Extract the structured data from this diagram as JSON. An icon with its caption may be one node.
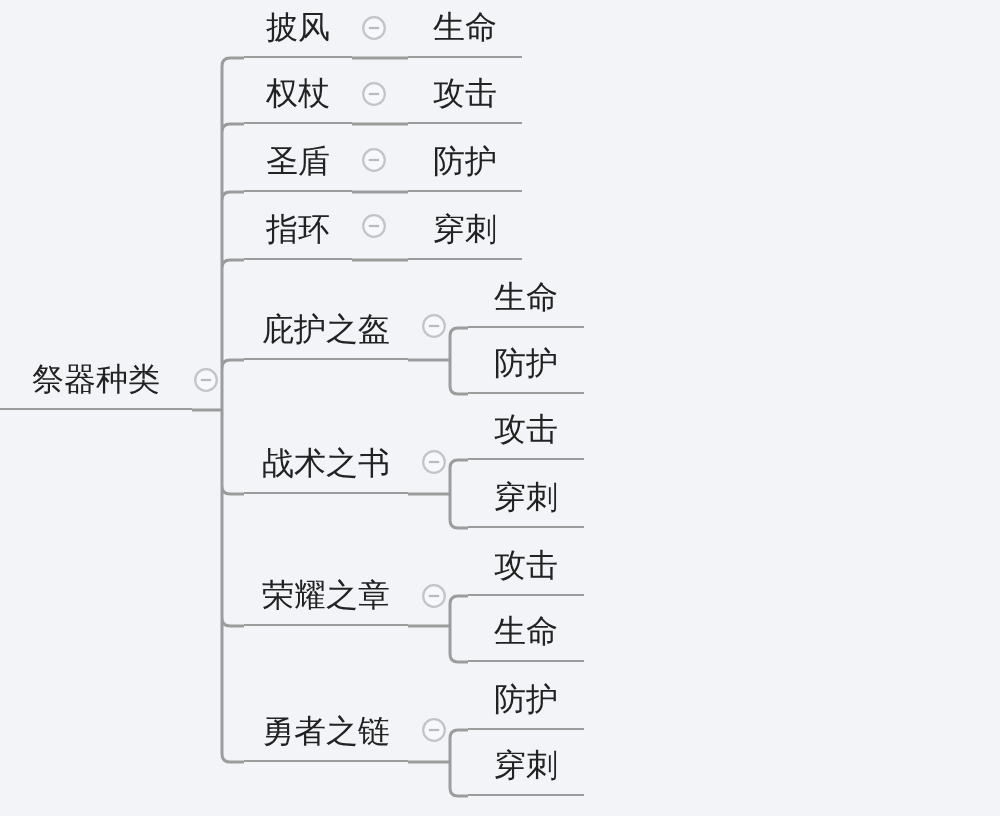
{
  "diagram": {
    "nodes": [
      {
        "text": [
          "祭器种类"
        ]
      },
      {
        "text": [
          "披风"
        ]
      },
      {
        "text": [
          "生命"
        ]
      },
      {
        "text": [
          "权杖"
        ]
      },
      {
        "text": [
          "攻击"
        ]
      },
      {
        "text": [
          "圣盾"
        ]
      },
      {
        "text": [
          "防护"
        ]
      },
      {
        "text": [
          "指环"
        ]
      },
      {
        "text": [
          "穿刺"
        ]
      },
      {
        "text": [
          "庇护之盔"
        ]
      },
      {
        "text": [
          "生命"
        ]
      },
      {
        "text": [
          "防护"
        ]
      },
      {
        "text": [
          "战术之书"
        ]
      },
      {
        "text": [
          "攻击"
        ]
      },
      {
        "text": [
          "穿刺"
        ]
      },
      {
        "text": [
          "荣耀之章"
        ]
      },
      {
        "text": [
          "攻击"
        ]
      },
      {
        "text": [
          "生命"
        ]
      },
      {
        "text": [
          "勇者之链"
        ]
      },
      {
        "text": [
          "防护"
        ]
      },
      {
        "text": [
          "穿刺"
        ]
      }
    ],
    "edges": [
      {
        "from": 0,
        "to": 1,
        "arrow": "none"
      },
      {
        "from": 0,
        "to": 3,
        "arrow": "none"
      },
      {
        "from": 0,
        "to": 5,
        "arrow": "none"
      },
      {
        "from": 0,
        "to": 7,
        "arrow": "none"
      },
      {
        "from": 0,
        "to": 9,
        "arrow": "none"
      },
      {
        "from": 0,
        "to": 12,
        "arrow": "none"
      },
      {
        "from": 0,
        "to": 15,
        "arrow": "none"
      },
      {
        "from": 0,
        "to": 18,
        "arrow": "none"
      },
      {
        "from": 1,
        "to": 2,
        "arrow": "none"
      },
      {
        "from": 3,
        "to": 4,
        "arrow": "none"
      },
      {
        "from": 5,
        "to": 6,
        "arrow": "none"
      },
      {
        "from": 7,
        "to": 8,
        "arrow": "none"
      },
      {
        "from": 9,
        "to": 10,
        "arrow": "none"
      },
      {
        "from": 9,
        "to": 11,
        "arrow": "none"
      },
      {
        "from": 12,
        "to": 13,
        "arrow": "none"
      },
      {
        "from": 12,
        "to": 14,
        "arrow": "none"
      },
      {
        "from": 15,
        "to": 16,
        "arrow": "none"
      },
      {
        "from": 15,
        "to": 17,
        "arrow": "none"
      },
      {
        "from": 18,
        "to": 19,
        "arrow": "none"
      },
      {
        "from": 18,
        "to": 20,
        "arrow": "none"
      }
    ]
  }
}
